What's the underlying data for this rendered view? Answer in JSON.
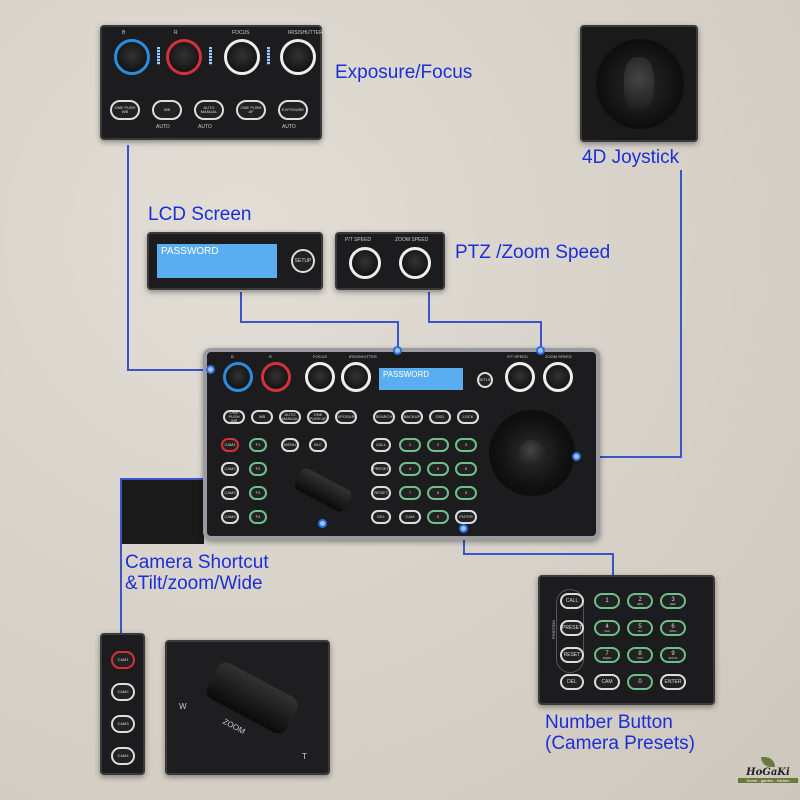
{
  "labels": {
    "exposure": "Exposure/Focus",
    "joystick": "4D Joystick",
    "lcd": "LCD Screen",
    "ptz": "PTZ /Zoom Speed",
    "shortcut1": "Camera Shortcut",
    "shortcut2": "&Tilt/zoom/Wide",
    "number1": "Number Button",
    "number2": "(Camera Presets)"
  },
  "exposure_panel": {
    "knobs": [
      "B",
      "R",
      "FOCUS",
      "IRIS/SHUTTER"
    ],
    "buttons": [
      "ONE PUSH WB",
      "WB",
      "AUTO MANUAL",
      "ONE PUSH AF",
      "EXPOSURE"
    ],
    "auto": "AUTO"
  },
  "lcd_panel": {
    "text": "PASSWORD",
    "setup": "SETUP"
  },
  "ptz_panel": {
    "knobs": [
      "P/T SPEED",
      "ZOOM SPEED"
    ]
  },
  "controller": {
    "search": "SEARCH",
    "backup": "BACKUP",
    "osd": "OSD",
    "lock": "LOCK",
    "menu": "MENU",
    "blc": "BLC",
    "cams": [
      "CAM1",
      "CAM2",
      "CAM3",
      "CAM4"
    ],
    "f": [
      "F1",
      "F2",
      "F3",
      "F4"
    ],
    "zoom": "ZOOM",
    "wide": "W",
    "tele": "T"
  },
  "numpad": {
    "left": [
      "CALL",
      "PRESET",
      "RESET",
      "DEL"
    ],
    "position": "POSITION",
    "keys": [
      [
        "1",
        ""
      ],
      [
        "2",
        "ABC"
      ],
      [
        "3",
        "DEF"
      ],
      [
        "4",
        "GHI"
      ],
      [
        "5",
        "JKL"
      ],
      [
        "6",
        "MNO"
      ],
      [
        "7",
        "PQRS"
      ],
      [
        "8",
        "TUV"
      ],
      [
        "9",
        "WXYZ"
      ],
      [
        "0",
        ""
      ]
    ],
    "cam": "CAM",
    "enter": "ENTER"
  },
  "logo": {
    "name": "HoGaKi",
    "tagline": "Home - garden - kitchen"
  },
  "colors": {
    "label": "#1a2fd8",
    "line": "#3a55c8",
    "lcd": "#5aaef0"
  }
}
